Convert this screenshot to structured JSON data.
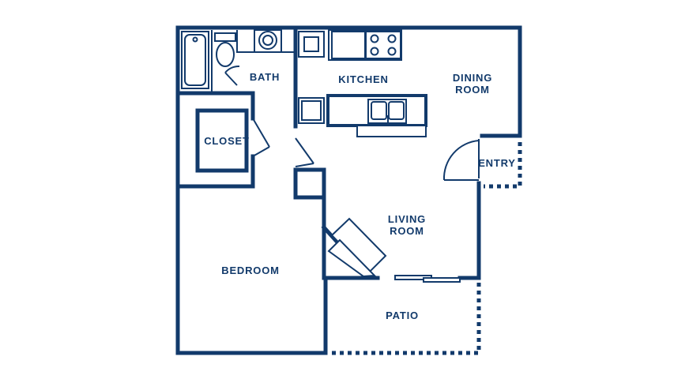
{
  "colors": {
    "line": "#123a6b",
    "background": "#ffffff"
  },
  "rooms": {
    "bath": "BATH",
    "kitchen": "KITCHEN",
    "dining": "DINING\nROOM",
    "closet": "CLOSET",
    "entry": "ENTRY",
    "living": "LIVING\nROOM",
    "bedroom": "BEDROOM",
    "patio": "PATIO"
  },
  "icons": [
    "bathtub-icon",
    "sink-icon",
    "toilet-icon",
    "stove-icon",
    "refrigerator-icon",
    "kitchen-sink-icon",
    "door-swing-icon",
    "sliding-door-icon"
  ]
}
